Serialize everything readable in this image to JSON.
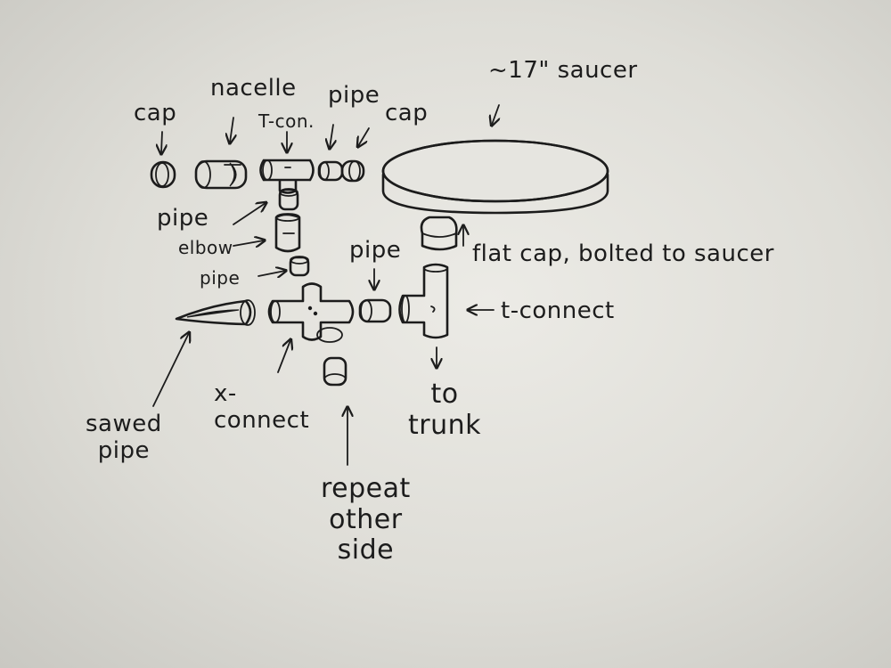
{
  "labels": {
    "cap_left": "cap",
    "nacelle": "nacelle",
    "t_con": "T-con.",
    "pipe_top": "pipe",
    "cap_right": "cap",
    "saucer": "~17\" saucer",
    "pipe_upper": "pipe",
    "elbow": "elbow",
    "pipe_mid": "pipe",
    "pipe_right": "pipe",
    "flat_cap": "flat cap, bolted to saucer",
    "t_connect": "t-connect",
    "to_trunk": "to\ntrunk",
    "sawed_pipe": "sawed\npipe",
    "x_connect": "x-\nconnect",
    "repeat": "repeat\nother\nside"
  }
}
